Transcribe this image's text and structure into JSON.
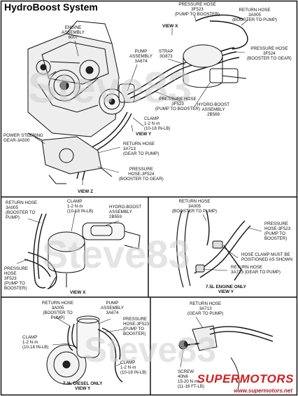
{
  "title": "HydroBoost System",
  "watermark": "Steve83",
  "brand": {
    "logo": "SUPERMOTORS",
    "url": "www.supermotors.net",
    "color": "#d21f1f"
  },
  "top": {
    "engine": "ENGINE\nASSEMBLY\n6007",
    "view_x": "VIEW X",
    "pressure_top": "PRESSURE HOSE\n3F523\n(PUMP TO BOOSTER)",
    "return_top": "RETURN HOSE\n3A005\n(BOOSTER TO PUMP)",
    "pump": "PUMP\nASSEMBLY\n3A674",
    "strap": "STRAP\n3G873",
    "pressure_gear": "PRESSURE HOSE\n3F524\n(BOOSTER TO GEAR)",
    "pressure_mid": "PRESSURE HOSE\n3F523\n(PUMP TO BOOSTER)",
    "hydro": "HYDRO-BOOST\nASSEMBLY\n2B569",
    "clamp": "CLAMP\n1-2 N·m\n(10-18 IN-LB)",
    "ps_gear": "POWER STEERING\nGEAR-3A500",
    "view_y": "VIEW Y",
    "return_gear": "RETURN HOSE\n3A713\n(GEAR TO PUMP)",
    "pressure_bottom": "PRESSURE\nHOSE-3F524\n(BOOSTER TO GEAR)",
    "view_z": "VIEW Z"
  },
  "panel_x": {
    "return": "RETURN HOSE\n3A005\n(BOOSTER TO\nPUMP)",
    "clamp": "CLAMP\n1-2 N·m\n(10-18 IN-LB)",
    "hydro": "HYDRO-BOOST\nASSEMBLY\n2B559",
    "pressure": "PRESSURE\nHOSE\n3F523\n(PUMP TO\nBOOSTER)",
    "view": "VIEW X"
  },
  "panel_y": {
    "return": "RETURN HOSE\n3A005\n(BOOSTER TO PUMP)",
    "pressure": "PRESSURE\nHOSE-3F523\n(PUMP TO\nBOOSTER)",
    "clamp_note": "HOSE CLAMP MUST BE\nPOSITIONED AS SHOWN",
    "return_gear": "RETURN HOSE\n3A713 (GEAR TO PUMP)",
    "view": "7.5L ENGINE ONLY\nVIEW Y"
  },
  "panel_diesel": {
    "return": "RETURN HOSE\n3A005\n(BOOSTER TO\nPUMP)",
    "pump": "PUMP\nASSEMBLY\n3A674",
    "pressure": "PRESSURE\nHOSE-3F523\n(PUMP TO\nBOOSTER)",
    "clamp_left": "CLAMP\n1-2 N·m\n(10-18 IN-LB)",
    "clamp_right": "CLAMP\n1-2 N·m\n(10-18 IN-LB)",
    "view": "7.3L DIESEL ONLY\nVIEW Y"
  },
  "panel_screw": {
    "return": "RETURN HOSE\n3A713\n(GEAR TO PUMP)",
    "screw": "SCREW\n40N6\n15-20 N·m\n(11-16 FT-LB)"
  }
}
